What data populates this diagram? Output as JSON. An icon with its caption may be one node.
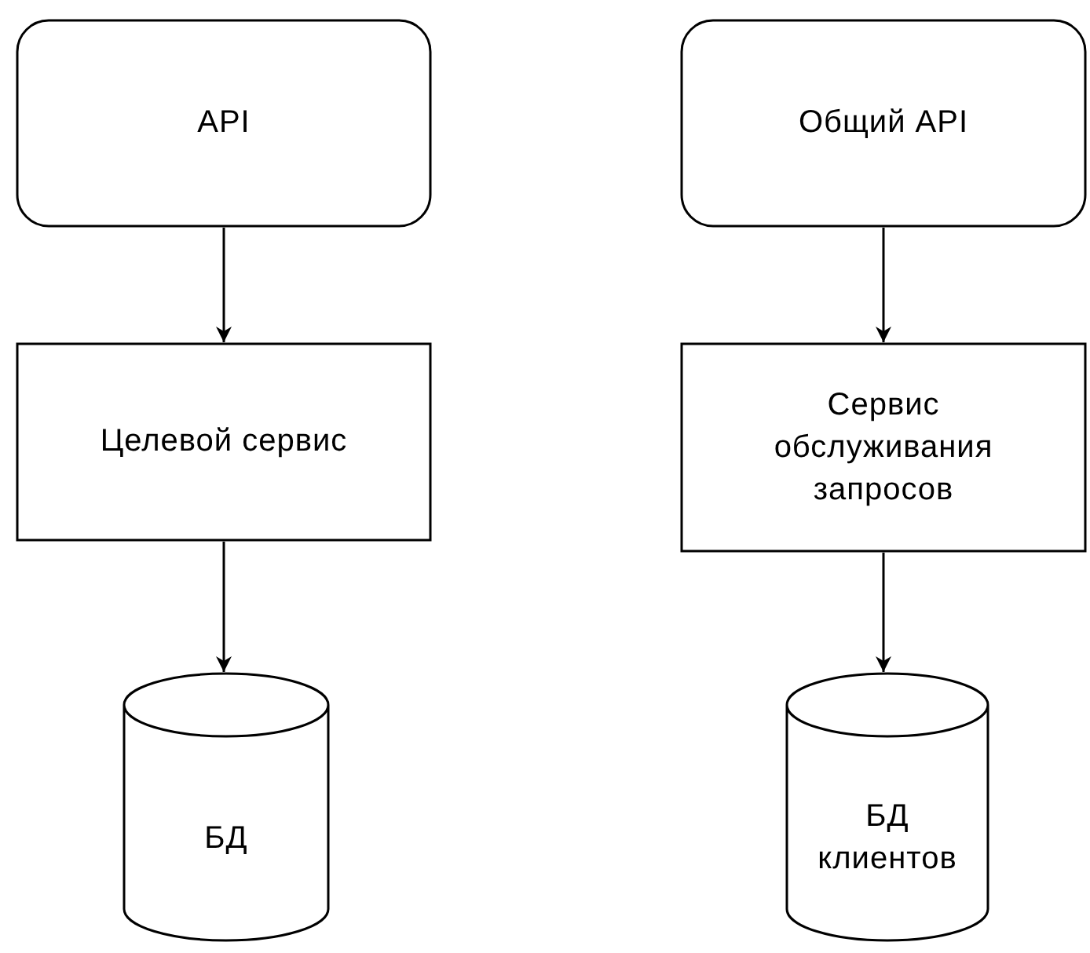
{
  "diagram": {
    "nodes": [
      {
        "text": [
          "API"
        ]
      },
      {
        "text": [
          "Целевой сервис"
        ]
      },
      {
        "text": [
          "БД"
        ]
      },
      {
        "text": [
          "Общий API"
        ]
      },
      {
        "text": [
          "Сервис обслуживания запросов"
        ]
      },
      {
        "text": [
          "БД клиентов"
        ]
      }
    ],
    "edges": [
      {
        "from": 0,
        "to": 1,
        "arrow": "to"
      },
      {
        "from": 1,
        "to": 2,
        "arrow": "to"
      },
      {
        "from": 3,
        "to": 4,
        "arrow": "to"
      },
      {
        "from": 4,
        "to": 5,
        "arrow": "to"
      }
    ]
  }
}
